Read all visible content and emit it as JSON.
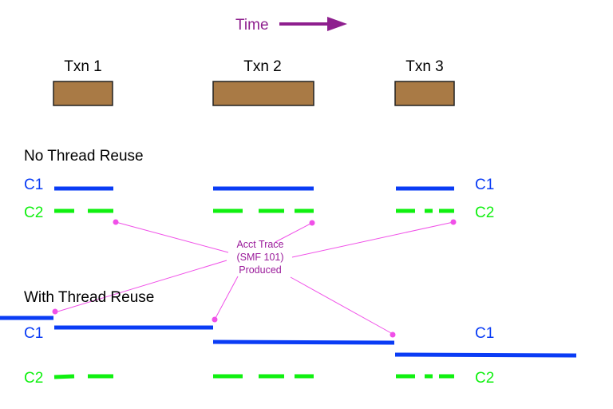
{
  "time_label": "Time",
  "colors": {
    "time": "#8e1f8e",
    "txn_fill": "#a97a45",
    "c1": "#0a3cf5",
    "c2": "#10f010",
    "trace": "#f050e8",
    "trace_text": "#9a1a9a",
    "text": "#000000"
  },
  "transactions": [
    {
      "label": "Txn 1"
    },
    {
      "label": "Txn 2"
    },
    {
      "label": "Txn 3"
    }
  ],
  "sections": {
    "no_reuse": {
      "title": "No Thread Reuse"
    },
    "with_reuse": {
      "title": "With Thread Reuse"
    }
  },
  "thread_labels": {
    "c1": "C1",
    "c2": "C2"
  },
  "annotation": {
    "line1": "Acct Trace",
    "line2": "(SMF 101)",
    "line3": "Produced"
  }
}
